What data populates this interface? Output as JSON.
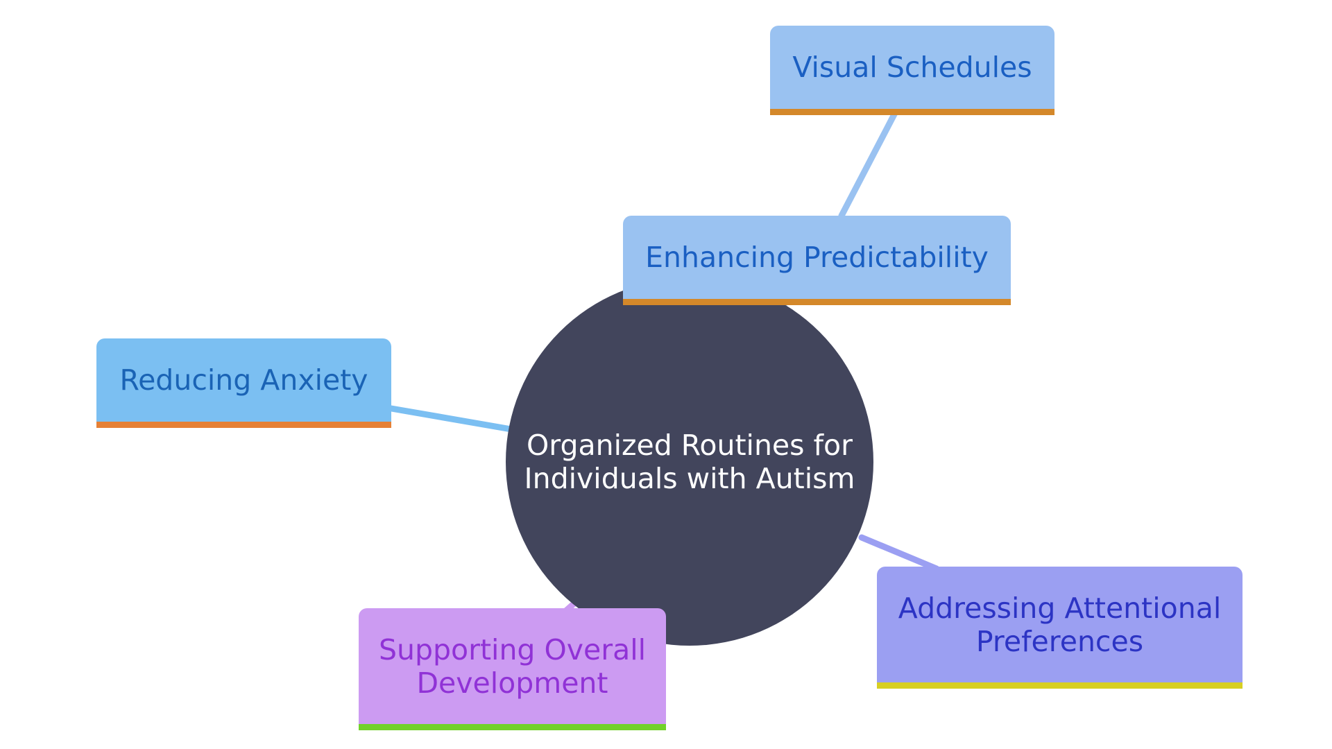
{
  "center": {
    "label": "Organized Routines for\nIndividuals with Autism",
    "fill": "#42455c",
    "text_color": "#ffffff"
  },
  "nodes": {
    "visual_schedules": {
      "label": "Visual Schedules",
      "fill": "#9ac2f1",
      "text_color": "#1a5fc2",
      "underline": "#d4882a"
    },
    "enhancing_predictability": {
      "label": "Enhancing Predictability",
      "fill": "#9ac2f1",
      "text_color": "#1a5fc2",
      "underline": "#d4882a"
    },
    "reducing_anxiety": {
      "label": "Reducing Anxiety",
      "fill": "#7bbff2",
      "text_color": "#1a63b5",
      "underline": "#e68035"
    },
    "addressing_attentional": {
      "label": "Addressing Attentional\nPreferences",
      "fill": "#9b9ff2",
      "text_color": "#2c34c4",
      "underline": "#d7cf22"
    },
    "supporting_development": {
      "label": "Supporting Overall\nDevelopment",
      "fill": "#cc9bf2",
      "text_color": "#9032d6",
      "underline": "#72d12a"
    }
  },
  "connectors": [
    {
      "from": "enhancing_predictability",
      "to": "visual_schedules",
      "color": "#9ac2f1"
    },
    {
      "from": "center",
      "to": "enhancing_predictability",
      "color": "#9ac2f1"
    },
    {
      "from": "center",
      "to": "reducing_anxiety",
      "color": "#7bbff2"
    },
    {
      "from": "center",
      "to": "addressing_attentional",
      "color": "#9b9ff2"
    },
    {
      "from": "center",
      "to": "supporting_development",
      "color": "#cc9bf2"
    }
  ]
}
